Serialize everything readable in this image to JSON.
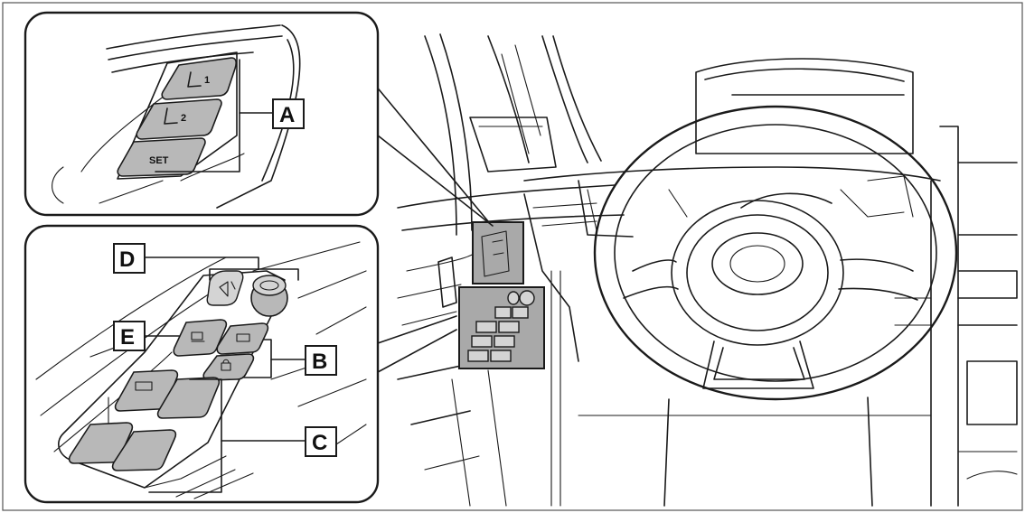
{
  "labels": {
    "a": "A",
    "b": "B",
    "c": "C",
    "d": "D",
    "e": "E"
  },
  "memory_buttons": {
    "button_1": "1",
    "button_2": "2",
    "set": "SET"
  },
  "colors": {
    "button_fill": "#b8b8b8",
    "highlight_fill": "#a9a9a9",
    "line": "#1a1a1a"
  }
}
